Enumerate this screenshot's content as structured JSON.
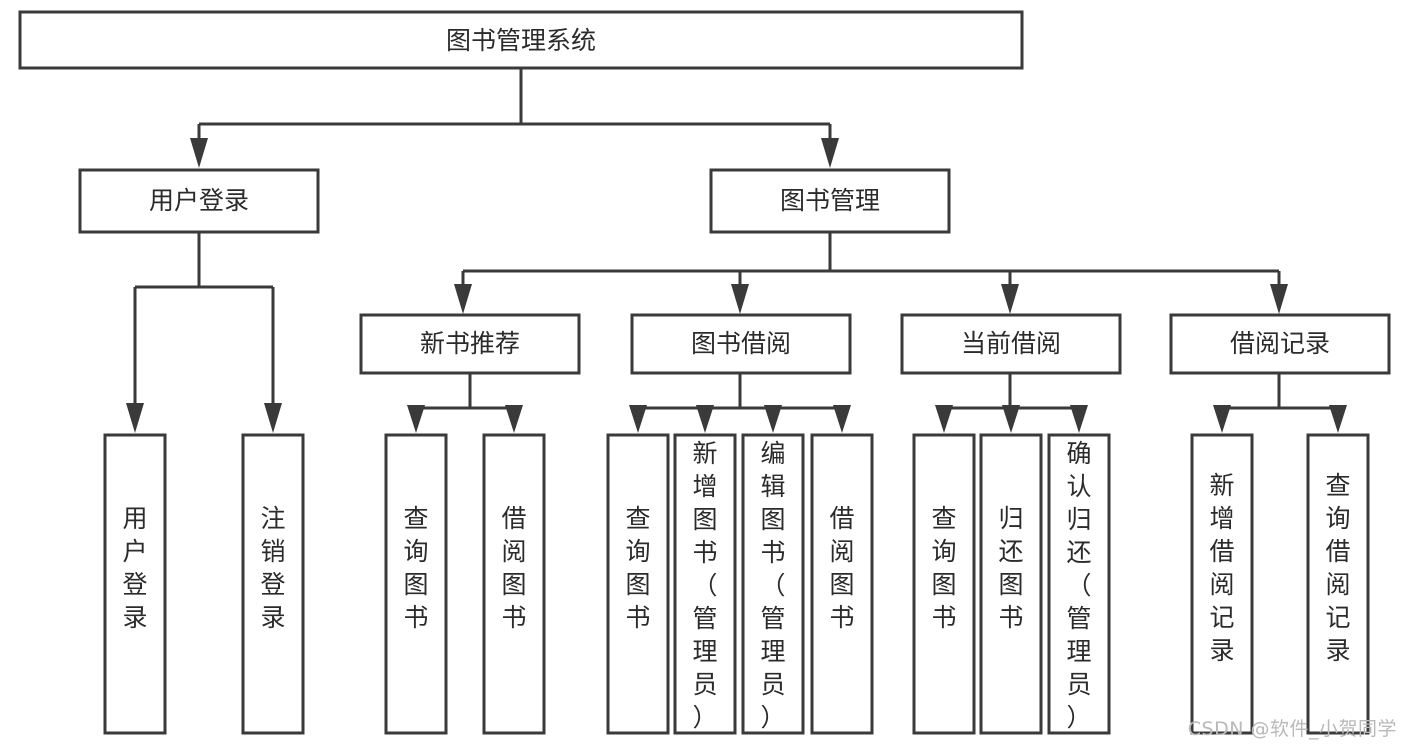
{
  "diagram": {
    "title": "图书管理系统",
    "type": "hierarchy-tree",
    "watermark": "CSDN @软件_小贺同学",
    "colors": {
      "stroke": "#3a3a3a",
      "fill": "#ffffff",
      "text": "#2b2b2b",
      "watermark": "#b9b9b9"
    },
    "levels": {
      "level0": [
        {
          "id": "root",
          "label": "图书管理系统"
        }
      ],
      "level1": [
        {
          "id": "user-login",
          "label": "用户登录"
        },
        {
          "id": "book-management",
          "label": "图书管理"
        }
      ],
      "level2": [
        {
          "id": "new-book-recommend",
          "label": "新书推荐"
        },
        {
          "id": "book-borrow",
          "label": "图书借阅"
        },
        {
          "id": "current-borrow",
          "label": "当前借阅"
        },
        {
          "id": "borrow-record",
          "label": "借阅记录"
        }
      ],
      "level3": [
        {
          "id": "leaf-user-login",
          "label": "用户登录",
          "parent": "user-login"
        },
        {
          "id": "leaf-logout-login",
          "label": "注销登录",
          "parent": "user-login"
        },
        {
          "id": "leaf-query-book-1",
          "label": "查询图书",
          "parent": "new-book-recommend"
        },
        {
          "id": "leaf-borrow-book-1",
          "label": "借阅图书",
          "parent": "new-book-recommend"
        },
        {
          "id": "leaf-query-book-2",
          "label": "查询图书",
          "parent": "book-borrow"
        },
        {
          "id": "leaf-add-book",
          "label": "新增图书（管理员）",
          "parent": "book-borrow"
        },
        {
          "id": "leaf-edit-book",
          "label": "编辑图书（管理员）",
          "parent": "book-borrow"
        },
        {
          "id": "leaf-borrow-book-2",
          "label": "借阅图书",
          "parent": "book-borrow"
        },
        {
          "id": "leaf-query-book-3",
          "label": "查询图书",
          "parent": "current-borrow"
        },
        {
          "id": "leaf-return-book",
          "label": "归还图书",
          "parent": "current-borrow"
        },
        {
          "id": "leaf-confirm-return",
          "label": "确认归还（管理员）",
          "parent": "current-borrow"
        },
        {
          "id": "leaf-add-record",
          "label": "新增借阅记录",
          "parent": "borrow-record"
        },
        {
          "id": "leaf-query-record",
          "label": "查询借阅记录",
          "parent": "borrow-record"
        }
      ]
    }
  }
}
